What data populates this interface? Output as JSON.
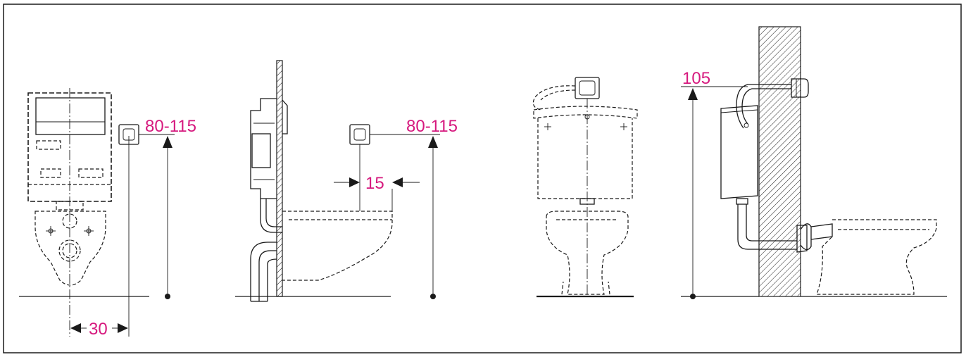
{
  "colors": {
    "dimension": "#d6197e",
    "line": "#1a1a1a",
    "background": "#ffffff"
  },
  "figures": [
    {
      "name": "concealed-cistern-front",
      "height_label": "80-115",
      "offset_label": "30"
    },
    {
      "name": "concealed-cistern-side",
      "height_label": "80-115",
      "depth_label": "15"
    },
    {
      "name": "exposed-cistern-front"
    },
    {
      "name": "exposed-cistern-side",
      "height_label": "105"
    }
  ]
}
